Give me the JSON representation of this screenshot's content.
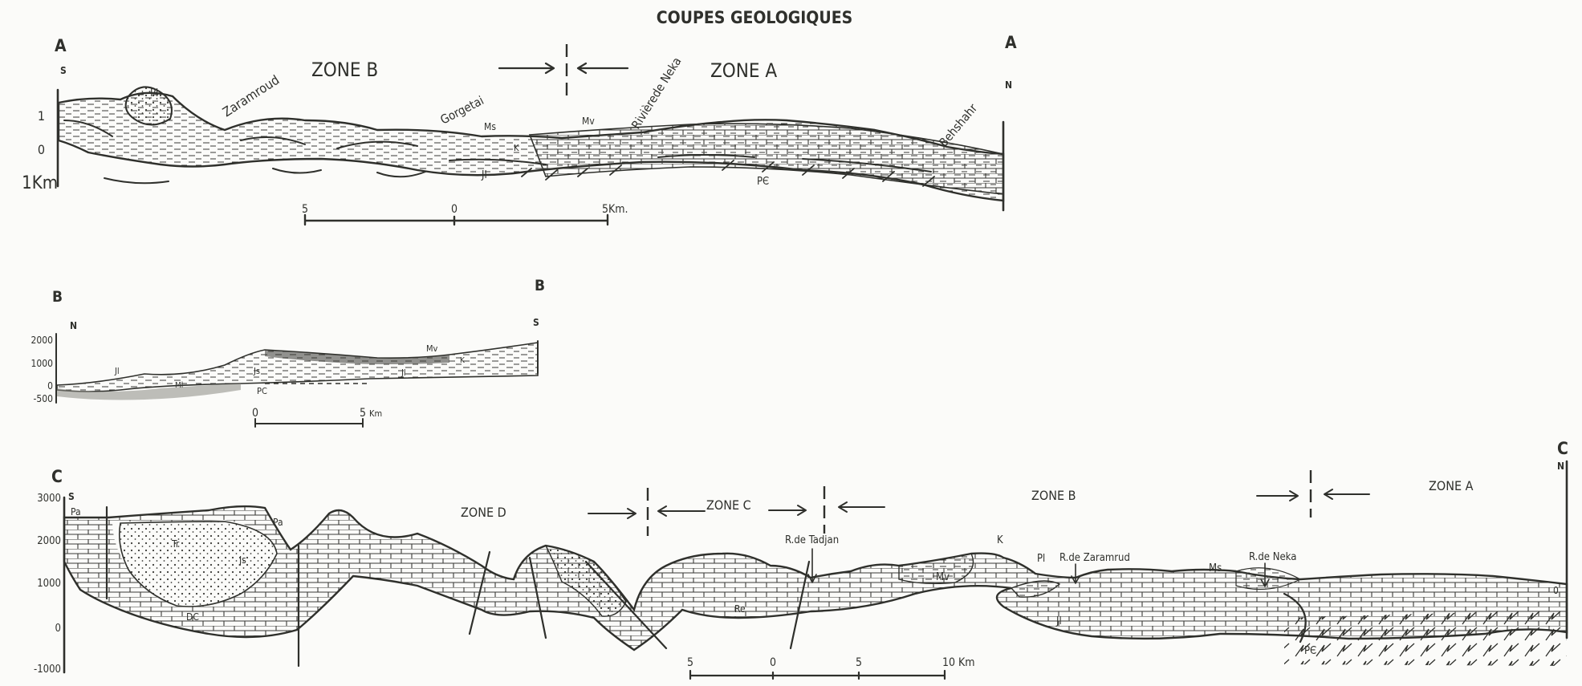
{
  "title": "COUPES GEOLOGIQUES",
  "section_a": {
    "label_left": "A",
    "label_right": "A",
    "orient_left": "S",
    "orient_right": "N",
    "y_ticks": [
      "1",
      "0",
      "1Km"
    ],
    "zones": [
      "ZONE B",
      "ZONE A"
    ],
    "places": [
      "Zaramroud",
      "Gorgetai",
      "Rivièrede Neka",
      "Behshahr"
    ],
    "units": [
      "Pl",
      "Ms",
      "Mv",
      "K",
      "Jl",
      "PЄ"
    ],
    "scale": [
      "5",
      "0",
      "5Km."
    ]
  },
  "section_b": {
    "label_left": "B",
    "label_right": "B",
    "orient_left": "N",
    "orient_right": "S",
    "y_ticks": [
      "2000",
      "1000",
      "0",
      "-500"
    ],
    "units": [
      "Jl",
      "Js",
      "Mv",
      "K",
      "Jl",
      "Ml",
      "PC"
    ],
    "scale": [
      "0",
      "5",
      "Km"
    ]
  },
  "section_c": {
    "label_left": "C",
    "label_right": "C",
    "orient_left": "S",
    "orient_right": "N",
    "y_ticks": [
      "3000",
      "2000",
      "1000",
      "0",
      "-1000"
    ],
    "zones": [
      "ZONE D",
      "ZONE C",
      "ZONE B",
      "ZONE A"
    ],
    "places": [
      "R.de Tadjan",
      "R.de Zaramrud",
      "R.de Neka"
    ],
    "units": [
      "Pa",
      "Pa",
      "Tr",
      "Js",
      "DC",
      "Re",
      "Mv",
      "K",
      "Pl",
      "Ms",
      "Jl",
      "PЄ",
      "0"
    ],
    "scale": [
      "5",
      "0",
      "5",
      "10 Km"
    ]
  }
}
